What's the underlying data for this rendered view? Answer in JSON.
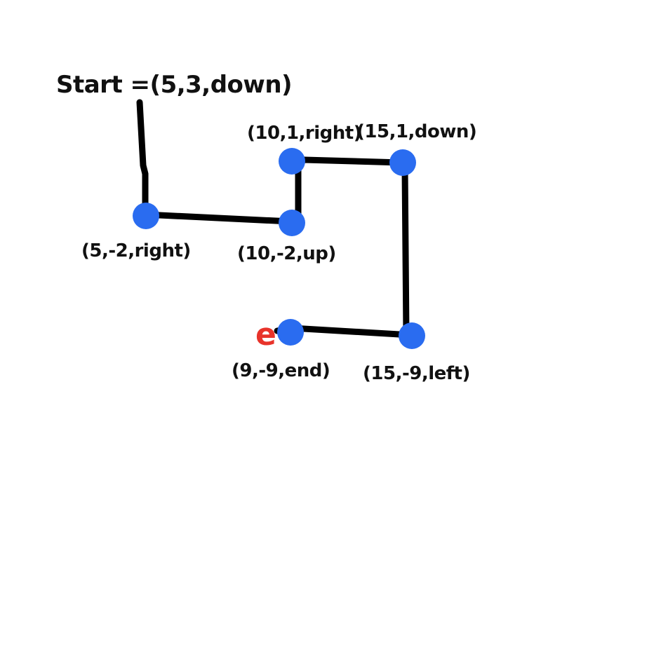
{
  "start_label": "Start =(5,3,down)",
  "end_mark": "e",
  "points": [
    {
      "label": "(5,-2,right)"
    },
    {
      "label": "(10,-2,up)"
    },
    {
      "label": "(10,1,right)"
    },
    {
      "label": "(15,1,down)"
    },
    {
      "label": "(15,-9,left)"
    },
    {
      "label": "(9,-9,end)"
    }
  ],
  "colors": {
    "path": "#000000",
    "node": "#2a6cf0",
    "end_mark": "#e8332a"
  }
}
